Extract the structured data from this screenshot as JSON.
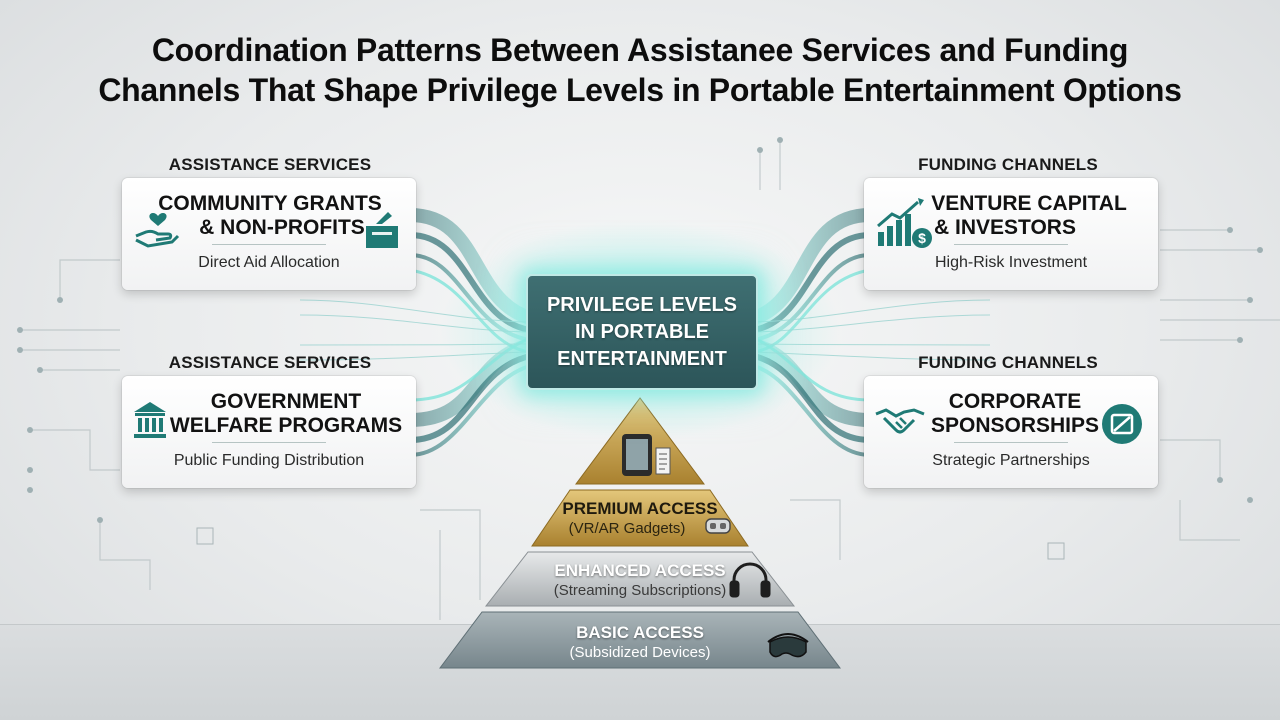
{
  "title": {
    "line1": "Coordination Patterns Between Assistanee Services and Funding",
    "line2": "Channels That Shape Privilege Levels in Portable Entertainment Options"
  },
  "left": [
    {
      "section_label": "ASSISTANCE SERVICES",
      "title_line1": "COMMUNITY GRANTS",
      "title_line2": "& NON-PROFITS",
      "subtitle": "Direct Aid Allocation",
      "icons": [
        "hand-heart-icon",
        "donation-box-icon"
      ]
    },
    {
      "section_label": "ASSISTANCE SERVICES",
      "title_line1": "GOVERNMENT",
      "title_line2": "WELFARE PROGRAMS",
      "subtitle": "Public Funding Distribution",
      "icons": [
        "government-building-icon"
      ]
    }
  ],
  "right": [
    {
      "section_label": "FUNDING CHANNELS",
      "title_line1": "VENTURE CAPITAL",
      "title_line2": "& INVESTORS",
      "subtitle": "High-Risk Investment",
      "icons": [
        "growth-chart-dollar-icon"
      ]
    },
    {
      "section_label": "FUNDING CHANNELS",
      "title_line1": "CORPORATE",
      "title_line2": "SPONSORSHIPS",
      "subtitle": "Strategic Partnerships",
      "icons": [
        "handshake-icon",
        "brand-badge-icon"
      ]
    }
  ],
  "center": {
    "line1": "PRIVILEGE LEVELS",
    "line2": "IN PORTABLE",
    "line3": "ENTERTAINMENT"
  },
  "pyramid": [
    {
      "level": "apex",
      "icons": [
        "tablet-icon",
        "document-icon"
      ]
    },
    {
      "level": "premium",
      "title": "PREMIUM ACCESS",
      "subtitle": "(VR/AR Gadgets)",
      "icon": "vr-headset-icon"
    },
    {
      "level": "enhanced",
      "title": "ENHANCED ACCESS",
      "subtitle": "(Streaming Subscriptions)",
      "icon": "headphones-icon"
    },
    {
      "level": "basic",
      "title": "BASIC ACCESS",
      "subtitle": "(Subsidized Devices)",
      "icon": "vr-goggles-icon"
    }
  ],
  "colors": {
    "accent_teal": "#1f7a75",
    "glow_teal": "#7fe3da",
    "gold": "#c9a24a",
    "silver": "#b8bcbf",
    "slate": "#8f9da3"
  }
}
